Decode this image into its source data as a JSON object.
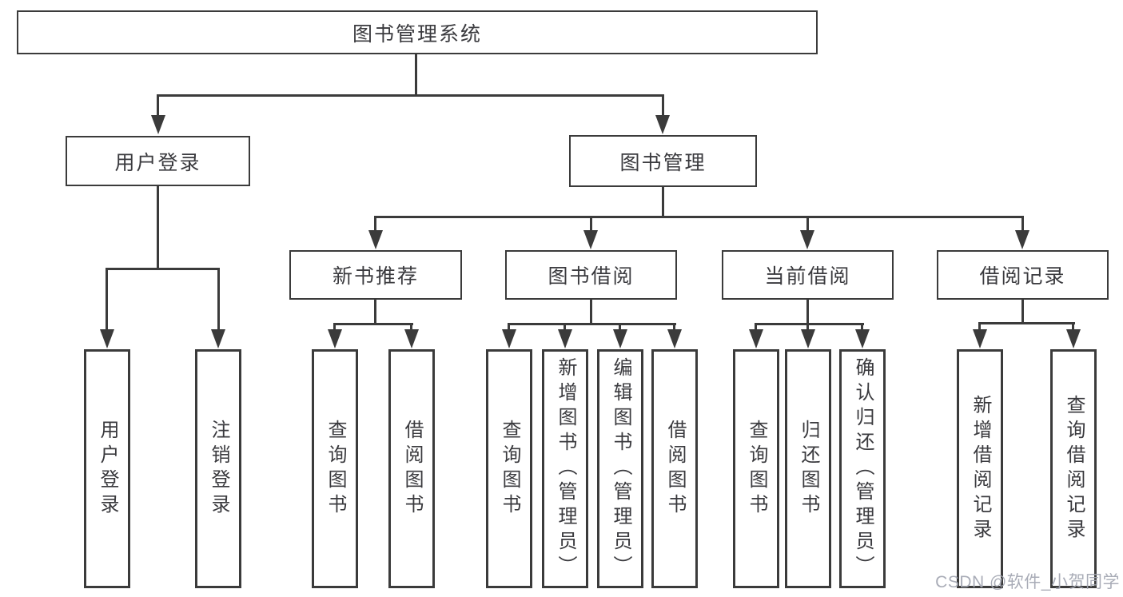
{
  "colors": {
    "line": "#3b3b3b",
    "text": "#3a3a3e",
    "box_background": "#ffffff",
    "watermark": "#a2a6b1",
    "page_background": "#ffffff"
  },
  "tree": {
    "label": "图书管理系统",
    "children": [
      {
        "label": "用户登录",
        "children": [
          {
            "label": "用户登录"
          },
          {
            "label": "注销登录"
          }
        ]
      },
      {
        "label": "图书管理",
        "children": [
          {
            "label": "新书推荐",
            "children": [
              {
                "label": "查询图书"
              },
              {
                "label": "借阅图书"
              }
            ]
          },
          {
            "label": "图书借阅",
            "children": [
              {
                "label": "查询图书"
              },
              {
                "label": "新增图书（管理员）"
              },
              {
                "label": "编辑图书（管理员）"
              },
              {
                "label": "借阅图书"
              }
            ]
          },
          {
            "label": "当前借阅",
            "children": [
              {
                "label": "查询图书"
              },
              {
                "label": "归还图书"
              },
              {
                "label": "确认归还（管理员）"
              }
            ]
          },
          {
            "label": "借阅记录",
            "children": [
              {
                "label": "新增借阅记录"
              },
              {
                "label": "查询借阅记录"
              }
            ]
          }
        ]
      }
    ]
  },
  "watermark": {
    "text": "CSDN @软件_小贺同学"
  }
}
